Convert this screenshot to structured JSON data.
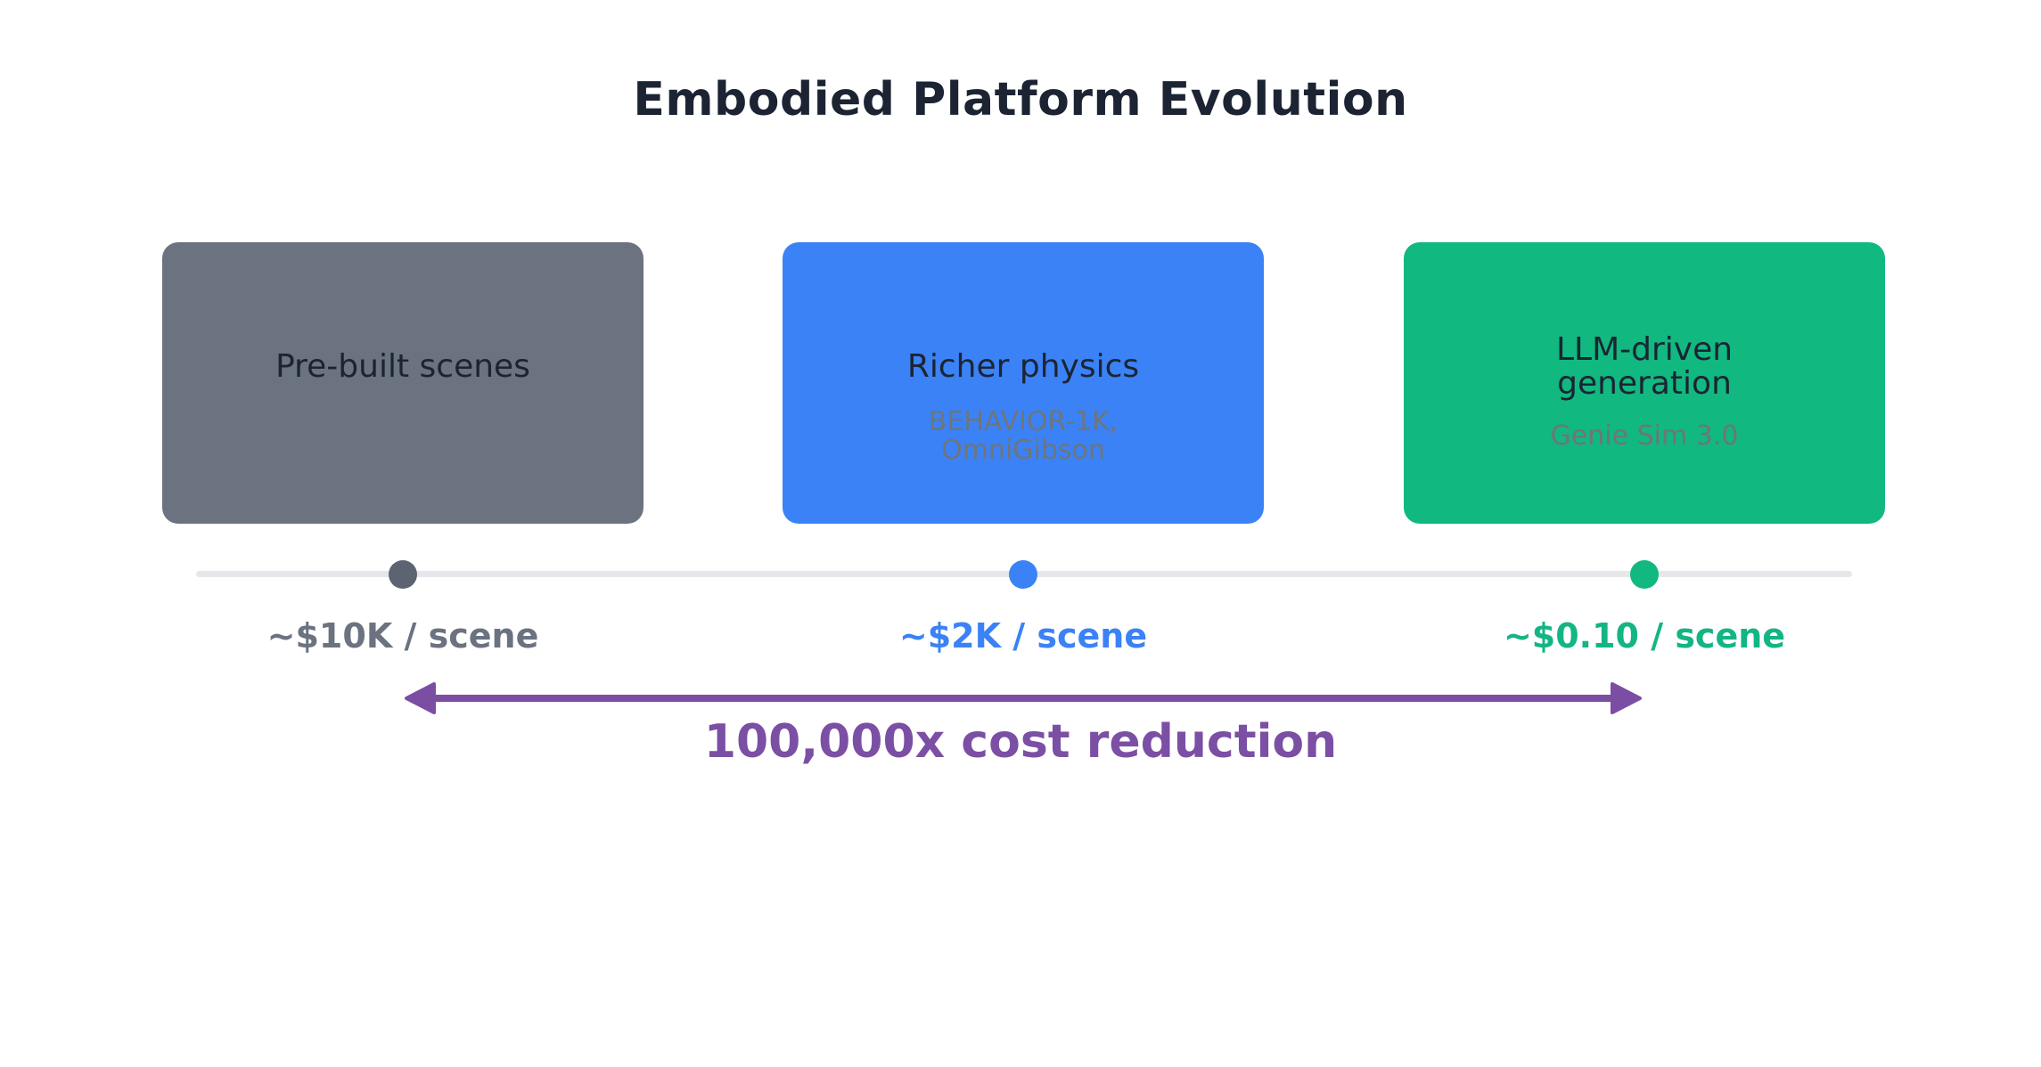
{
  "title": "Embodied Platform Evolution",
  "stages": [
    {
      "label": "Pre-built scenes",
      "sublabel": "",
      "cost": "~$10K / scene",
      "box_color": "#6b7280",
      "dot_color": "#5c6472",
      "cost_color": "#6b7280"
    },
    {
      "label": "Richer physics",
      "sublabel": "BEHAVIOR-1K,\nOmniGibson",
      "cost": "~$2K / scene",
      "box_color": "#3b82f6",
      "dot_color": "#3b82f6",
      "cost_color": "#3b82f6"
    },
    {
      "label": "LLM-driven\ngeneration",
      "sublabel": "Genie Sim 3.0",
      "cost": "~$0.10 / scene",
      "box_color": "#11b87f",
      "dot_color": "#11b87f",
      "cost_color": "#13b584"
    }
  ],
  "reduction": {
    "label": "100,000x cost reduction",
    "arrow_color": "#7b4da3",
    "label_color": "#7b4fa4"
  },
  "colors": {
    "background": "#ffffff",
    "title_text": "#1c2433",
    "stage_label_text": "#1c2433",
    "stage_sublabel_text": "#6f757a",
    "timeline_track": "#e5e7eb"
  }
}
